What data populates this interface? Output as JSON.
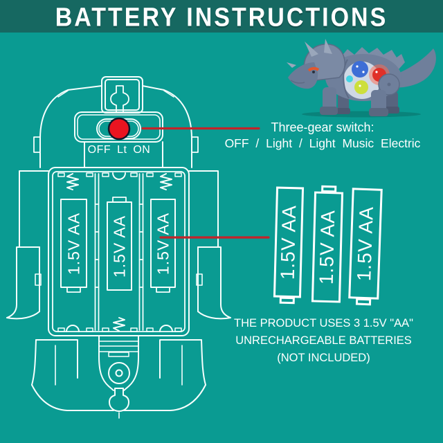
{
  "colors": {
    "background_teal": "#0a9b92",
    "header_band_teal": "#166861",
    "line_art_white": "#f6fffd",
    "switch_knob_red": "#ea1420",
    "knob_outline_dark": "#10182b",
    "pointer_line_red": "#c2242a",
    "dino_body_gray": "#6f7f9b",
    "gear_blue": "#3d6ed6",
    "gear_red": "#e03028",
    "gear_yellow": "#cddf3d",
    "gear_cyan": "#41d4e4",
    "text_white": "#ffffff"
  },
  "header": {
    "title": "BATTERY INSTRUCTIONS"
  },
  "dinosaur": {
    "alt": "triceratops toy with glowing gears"
  },
  "switch_note": {
    "heading": "Three-gear switch:",
    "modes": "OFF / Light / Light Music Electric"
  },
  "compartment": {
    "switch_positions": "OFF Lt ON",
    "batteries": [
      {
        "label": "1.5V AA"
      },
      {
        "label": "1.5V AA"
      },
      {
        "label": "1.5V AA"
      }
    ]
  },
  "battery_icons": [
    {
      "label": "1.5V AA"
    },
    {
      "label": "1.5V AA"
    },
    {
      "label": "1.5V AA"
    }
  ],
  "usage_note": {
    "line1": "THE PRODUCT USES 3 1.5V \"AA\"",
    "line2": "UNRECHARGEABLE BATTERIES",
    "line3": "(NOT INCLUDED)"
  }
}
